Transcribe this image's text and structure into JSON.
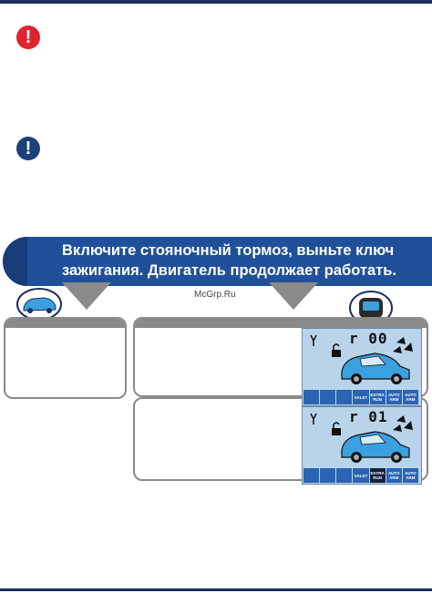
{
  "banner": {
    "line1": "Включите стояночный тормоз, выньте ключ",
    "line2": "зажигания. Двигатель продолжает работать."
  },
  "watermark": "McGrp.Ru",
  "warning_icons": {
    "red": "!",
    "blue": "!"
  },
  "colors": {
    "navy": "#1d2f5e",
    "red_warning": "#e0232e",
    "blue_warning": "#1f3f7a",
    "banner": "#20509a",
    "lcd_background": "#b9d4ea",
    "car_blue": "#3aa0e0"
  },
  "displays": [
    {
      "code": "r 00",
      "icons": [
        "",
        "",
        "",
        "VALET",
        "EXTRA RUN",
        "AUTO ARM",
        "AUTO ARM"
      ],
      "selected_icon": ""
    },
    {
      "code": "r 01",
      "icons": [
        "",
        "",
        "",
        "VALET",
        "EXTRA RUN",
        "AUTO ARM",
        "AUTO ARM"
      ],
      "selected_icon": "EXTRA RUN"
    }
  ]
}
